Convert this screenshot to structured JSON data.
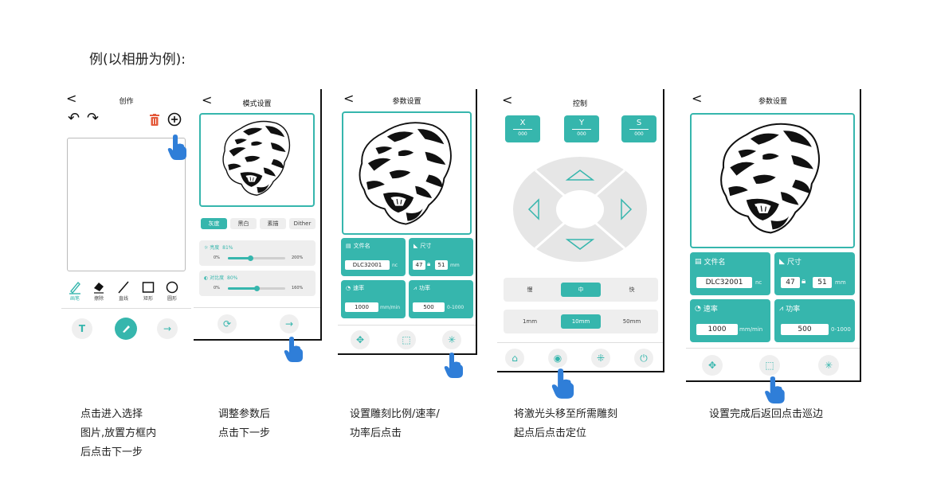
{
  "title": "例(以相册为例):",
  "phone1": {
    "back": "<",
    "header": "创作",
    "undo": "↶",
    "redo": "↷",
    "tools": [
      {
        "label": "画笔",
        "icon": "pen-icon"
      },
      {
        "label": "擦除",
        "icon": "eraser-icon"
      },
      {
        "label": "直线",
        "icon": "line-icon"
      },
      {
        "label": "矩形",
        "icon": "rectangle-icon"
      },
      {
        "label": "圆形",
        "icon": "circle-icon"
      }
    ],
    "bottom": {
      "text": "T",
      "next": "→"
    }
  },
  "phone2": {
    "back": "<",
    "header": "模式设置",
    "modes": [
      "灰度",
      "黑白",
      "素描",
      "Dither"
    ],
    "brightness": {
      "label": "亮度",
      "value": "81%",
      "min": "0%",
      "max": "200%",
      "level": 0.4
    },
    "contrast": {
      "label": "对比度",
      "value": "80%",
      "min": "0%",
      "max": "160%",
      "level": 0.5
    }
  },
  "phone3": {
    "back": "<",
    "header": "参数设置",
    "filename": {
      "label": "文件名",
      "value": "DLC32001",
      "unit": "nc"
    },
    "size": {
      "label": "尺寸",
      "w": "47",
      "h": "51",
      "unit": "mm"
    },
    "speed": {
      "label": "速率",
      "value": "1000",
      "unit": "mm/min"
    },
    "power": {
      "label": "功率",
      "value": "500",
      "unit": "0-1000"
    }
  },
  "phone4": {
    "back": "<",
    "header": "控制",
    "axes": [
      {
        "name": "X",
        "value": "000"
      },
      {
        "name": "Y",
        "value": "000"
      },
      {
        "name": "S",
        "value": "000"
      }
    ],
    "speeds": [
      "慢",
      "中",
      "快"
    ],
    "steps": [
      "1mm",
      "10mm",
      "50mm"
    ]
  },
  "phone5": {
    "back": "<",
    "header": "参数设置",
    "filename": {
      "label": "文件名",
      "value": "DLC32001",
      "unit": "nc"
    },
    "size": {
      "label": "尺寸",
      "w": "47",
      "h": "51",
      "unit": "mm"
    },
    "speed": {
      "label": "速率",
      "value": "1000",
      "unit": "mm/min"
    },
    "power": {
      "label": "功率",
      "value": "500",
      "unit": "0-1000"
    }
  },
  "captions": {
    "c1": [
      "点击进入选择",
      "图片,放置方框内",
      "后点击下一步"
    ],
    "c2": [
      "调整参数后",
      "点击下一步"
    ],
    "c3": [
      "设置雕刻比例/速率/",
      "功率后点击"
    ],
    "c4": [
      "将激光头移至所需雕刻",
      "起点后点击定位"
    ],
    "c5": [
      "设置完成后返回点击巡边"
    ]
  },
  "colors": {
    "accent": "#36b6ad",
    "delete": "#e45a3b"
  }
}
